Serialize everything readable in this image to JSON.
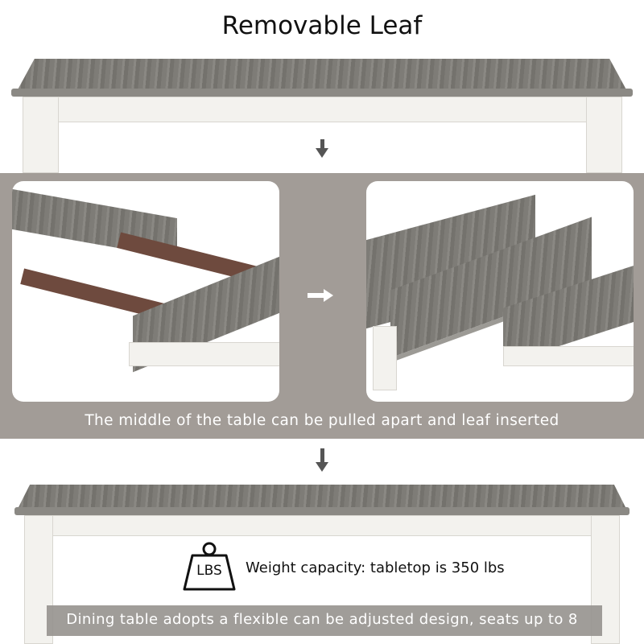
{
  "title": "Removable Leaf",
  "caption_middle": "The middle of the table can be pulled apart and leaf inserted",
  "weight": {
    "icon_label": "LBS",
    "text": "Weight capacity: tabletop is 350 lbs"
  },
  "caption_bottom": "Dining table adopts a flexible can be adjusted design, seats up to 8",
  "colors": {
    "band": "#a29c97",
    "wood": "#7e7c77",
    "white_frame": "#f3f2ee"
  }
}
